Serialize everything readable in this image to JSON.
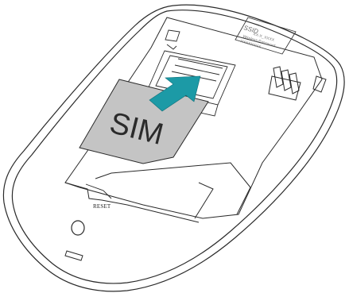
{
  "sim_card": {
    "label": "SIM"
  },
  "reset": {
    "label": "RESET"
  },
  "device_label_sticker": {
    "line1": "SSID",
    "line2": "XX-X_XXXX",
    "line3": "Wireless Password",
    "line4": "XXXXXXXX"
  },
  "colors": {
    "sim_card_fill": "#c4c4c4",
    "arrow_teal": "#1c9aa6",
    "outline": "#2a2a2a",
    "background": "#ffffff"
  },
  "icons": [
    "arrow-insert-icon",
    "reset-hole-icon",
    "battery-contacts-icon"
  ]
}
